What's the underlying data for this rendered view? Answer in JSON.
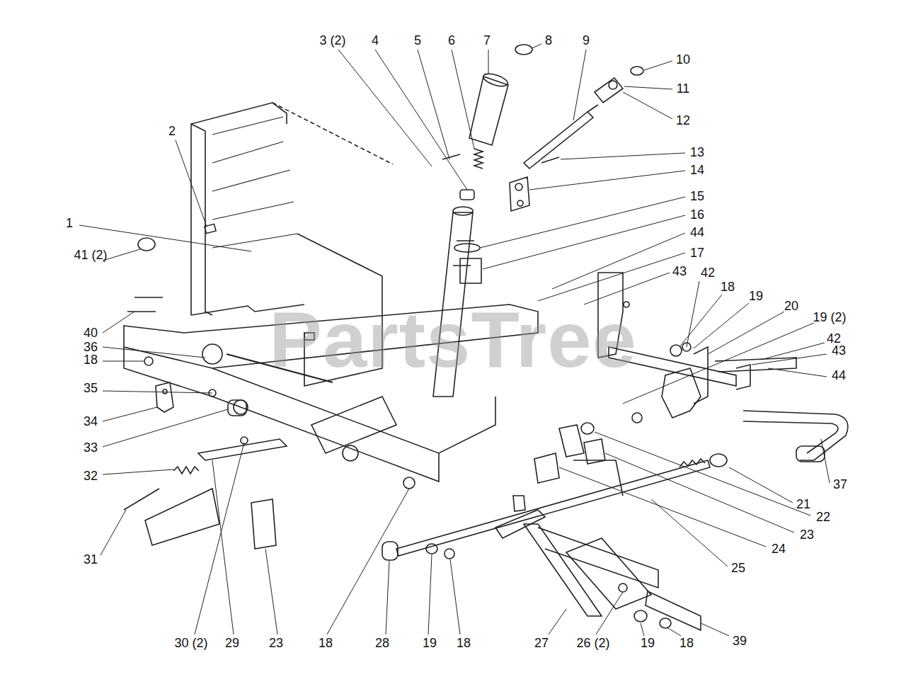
{
  "diagram": {
    "labels": [
      "3 (2)",
      "4",
      "5",
      "6",
      "7",
      "8",
      "9",
      "10",
      "11",
      "12",
      "13",
      "14",
      "15",
      "16",
      "44",
      "17",
      "43",
      "42",
      "18",
      "19",
      "20",
      "19 (2)",
      "42",
      "43",
      "44",
      "37",
      "21",
      "22",
      "23",
      "24",
      "25",
      "39",
      "18",
      "19",
      "26 (2)",
      "27",
      "18",
      "19",
      "28",
      "18",
      "23",
      "30 (2)",
      "29",
      "31",
      "32",
      "33",
      "34",
      "35",
      "18",
      "36",
      "40",
      "41 (2)",
      "1",
      "2",
      "PartsTree"
    ]
  }
}
